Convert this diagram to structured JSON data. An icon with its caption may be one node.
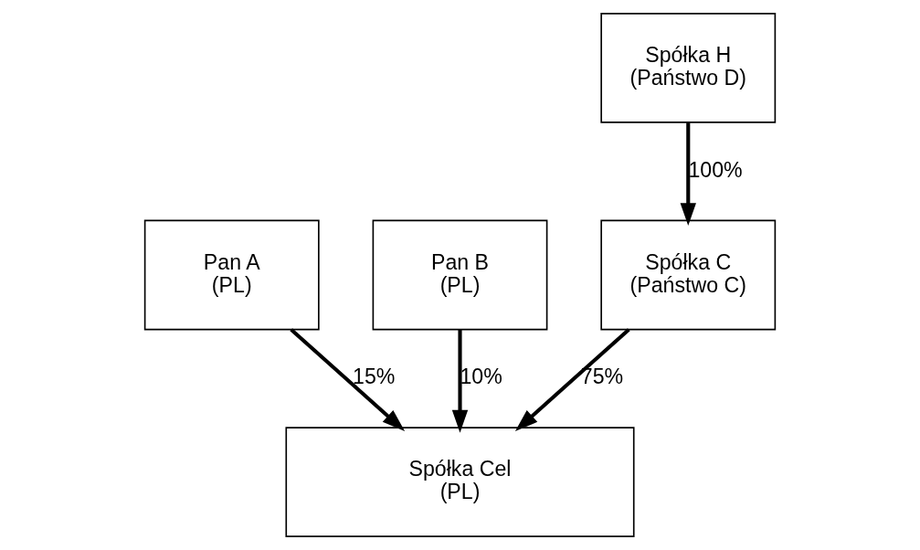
{
  "diagram": {
    "nodes": [
      {
        "text": [
          "Spółka H",
          "(Państwo D)"
        ]
      },
      {
        "text": [
          "Pan A",
          "(PL)"
        ]
      },
      {
        "text": [
          "Pan B",
          "(PL)"
        ]
      },
      {
        "text": [
          "Spółka C",
          "(Państwo C)"
        ]
      },
      {
        "text": [
          "Spółka Cel",
          "(PL)"
        ]
      }
    ],
    "edges": [
      {
        "from": 0,
        "to": 3,
        "arrow": "to",
        "label": "100%"
      },
      {
        "from": 1,
        "to": 4,
        "arrow": "to",
        "label": "15%"
      },
      {
        "from": 2,
        "to": 4,
        "arrow": "to",
        "label": "10%"
      },
      {
        "from": 3,
        "to": 4,
        "arrow": "to",
        "label": "75%"
      }
    ]
  }
}
